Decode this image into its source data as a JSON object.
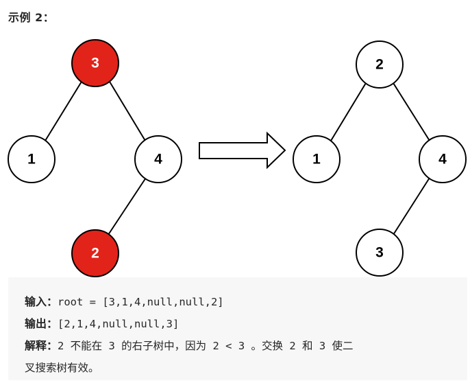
{
  "heading": "示例 2：",
  "colors": {
    "highlight": "#e2231a",
    "node_fill": "#ffffff",
    "stroke": "#000000",
    "box_background": "#f7f7f8"
  },
  "before_tree": {
    "root": "3",
    "left": "1",
    "right": "4",
    "right_left": "2",
    "highlighted": [
      "3",
      "2"
    ]
  },
  "arrow": "right-arrow",
  "after_tree": {
    "root": "2",
    "left": "1",
    "right": "4",
    "right_left": "3"
  },
  "example": {
    "input_label": "输入：",
    "input_value": "root = [3,1,4,null,null,2]",
    "output_label": "输出：",
    "output_value": "[2,1,4,null,null,3]",
    "explanation_label": "解释：",
    "explanation_line1": "2 不能在 3 的右子树中，因为 2 < 3 。交换 2 和 3 使二",
    "explanation_line2": "叉搜索树有效。"
  }
}
